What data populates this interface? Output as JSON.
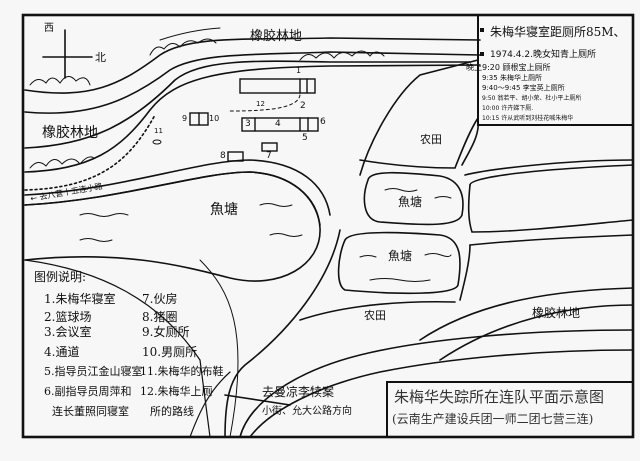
{
  "compass": {
    "west": "西",
    "north": "北"
  },
  "labels": {
    "rubber_forest": "橡胶林地",
    "fish_pond": "魚塘",
    "farmland": "农田",
    "path_left": "← 去八营十五连小路",
    "road_to": "去曼凉李犊案",
    "road_direction": "小街、允大公路方向"
  },
  "building_numbers": [
    "1",
    "2",
    "3",
    "4",
    "5",
    "6",
    "7",
    "8",
    "9",
    "10",
    "11",
    "12"
  ],
  "notes": {
    "distance": "朱梅华寝室距厕所85M、",
    "date_line": "1974.4.2.晚女知青上厕所",
    "evening": "晚上",
    "entries": [
      "9:20 顾根宝上厕所",
      "9:35 朱梅华上厕所",
      "9:40～9:45  李宝英上厕所",
      "9:50 翁若平、胡小荣、杜小平上厕所",
      "10:00 许卉娣下厕.",
      "10:15 许从武听到刘桂花喊朱梅华"
    ]
  },
  "legend": {
    "title": "图例说明:",
    "items": [
      "1.朱梅华寝室",
      "2.篮球场",
      "3.会议室",
      "4.通道",
      "5.指导员江金山寝室",
      "6.副指导员周萍和",
      "连长董照同寝室",
      "7.伙房",
      "8.猪圈",
      "9.女厕所",
      "10.男厕所",
      "11.朱梅华的布鞋",
      "12.朱梅华上厕",
      "所的路线"
    ]
  },
  "title_box": {
    "title": "朱梅华失踪所在连队平面示意图",
    "subtitle": "(云南生产建设兵团一师二团七营三连)"
  }
}
